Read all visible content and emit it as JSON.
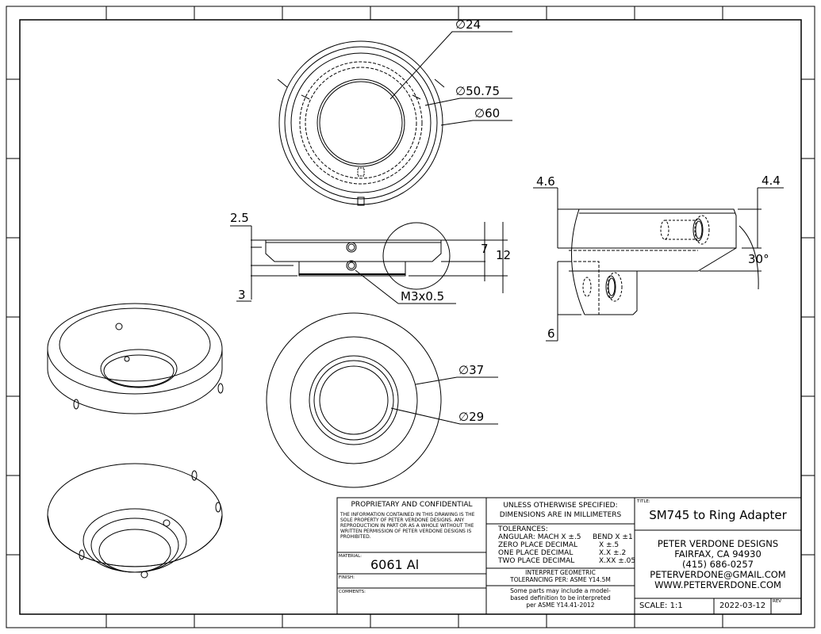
{
  "dimensions": {
    "top_view": {
      "d24": "24",
      "d50_75": "50.75",
      "d60": "60",
      "dia_symbol": "∅"
    },
    "side_view": {
      "h2_5": "2.5",
      "h3": "3",
      "h7": "7",
      "h12": "12",
      "thread": "M3x0.5"
    },
    "bottom_view": {
      "d37": "37",
      "d29": "29"
    },
    "detail_view": {
      "h4_6": "4.6",
      "h4_4": "4.4",
      "angle": "30°",
      "h6": "6"
    }
  },
  "title_block": {
    "proprietary_heading": "PROPRIETARY AND CONFIDENTIAL",
    "proprietary_text": "THE INFORMATION CONTAINED IN THIS DRAWING IS THE SOLE PROPERTY OF PETER VERDONE DESIGNS.  ANY REPRODUCTION IN PART OR AS A WHOLE WITHOUT THE WRITTEN PERMISSION OF PETER VERDONE DESIGNS IS PROHIBITED.",
    "material_label": "MATERIAL:",
    "material_value": "6061 Al",
    "finish_label": "FINISH:",
    "comments_label": "COMMENTS:",
    "unless_line1": "UNLESS OTHERWISE SPECIFIED:",
    "unless_line2": "DIMENSIONS ARE IN MILLIMETERS",
    "tolerances_heading": "TOLERANCES:",
    "tolerances": [
      {
        "label": "ANGULAR: MACH X ±.5",
        "value": "BEND X ±1"
      },
      {
        "label": "ZERO PLACE DECIMAL",
        "value": "X ±.5"
      },
      {
        "label": "ONE PLACE DECIMAL",
        "value": "X.X ±.2"
      },
      {
        "label": "TWO PLACE DECIMAL",
        "value": "X.XX ±.05"
      }
    ],
    "geometric_line1": "INTERPRET GEOMETRIC",
    "geometric_line2": "TOLERANCING PER: ASME Y14.5M",
    "model_line1": "Some parts may include a model-",
    "model_line2": "based definition to be interpreted",
    "model_line3": "per ASME Y14.41-2012",
    "title_label": "TITLE:",
    "title": "SM745 to Ring Adapter",
    "company": "PETER VERDONE DESIGNS",
    "city": "FAIRFAX, CA 94930",
    "phone": "(415) 686-0257",
    "email": "PETERVERDONE@GMAIL.COM",
    "website": "WWW.PETERVERDONE.COM",
    "scale": "SCALE: 1:1",
    "date": "2022-03-12",
    "rev_label": "REV"
  }
}
